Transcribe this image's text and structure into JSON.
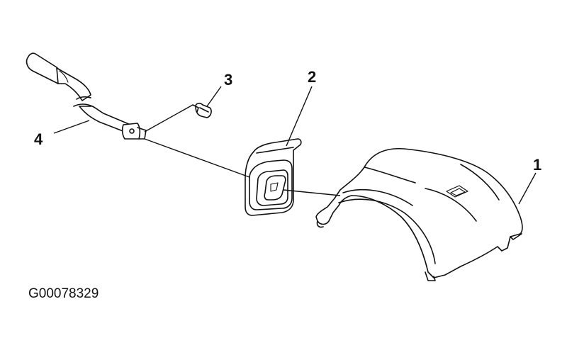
{
  "figure": {
    "drawing_code": "G00078329",
    "callouts": [
      {
        "label": "1",
        "part": "shroud"
      },
      {
        "label": "2",
        "part": "boot"
      },
      {
        "label": "3",
        "part": "screw"
      },
      {
        "label": "4",
        "part": "lever"
      }
    ],
    "colors": {
      "ink": "#111111",
      "background": "#ffffff"
    }
  }
}
